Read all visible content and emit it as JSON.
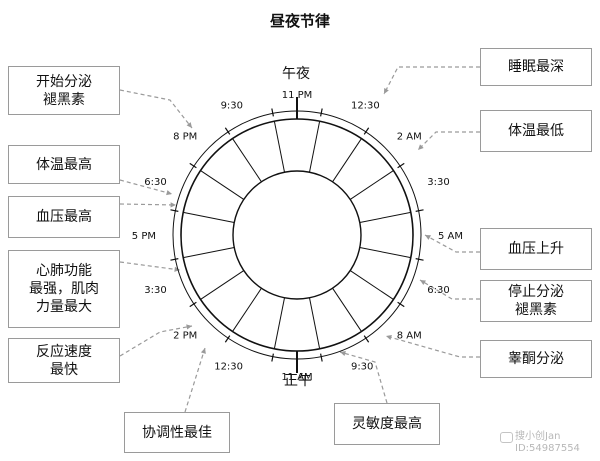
{
  "title": "昼夜节律",
  "clock": {
    "top_label": "午夜",
    "bottom_label": "正午",
    "ticks": [
      "12:30",
      "2 AM",
      "3:30",
      "5 AM",
      "6:30",
      "8 AM",
      "9:30",
      "11 AM",
      "12:30",
      "2 PM",
      "3:30",
      "5 PM",
      "6:30",
      "8 PM",
      "9:30",
      "11 PM"
    ]
  },
  "events": {
    "melatonin_start": "开始分泌\n褪黑素",
    "deep_sleep": "睡眠最深",
    "temp_high": "体温最高",
    "temp_low": "体温最低",
    "bp_high": "血压最高",
    "bp_rise": "血压上升",
    "heart_lung": "心肺功能\n最强，肌肉\n力量最大",
    "melatonin_stop": "停止分泌\n褪黑素",
    "reaction": "反应速度\n最快",
    "testosterone": "睾酮分泌",
    "coordination": "协调性最佳",
    "alertness": "灵敏度最高"
  },
  "watermark": "搜小创Jan\nID:54987554"
}
